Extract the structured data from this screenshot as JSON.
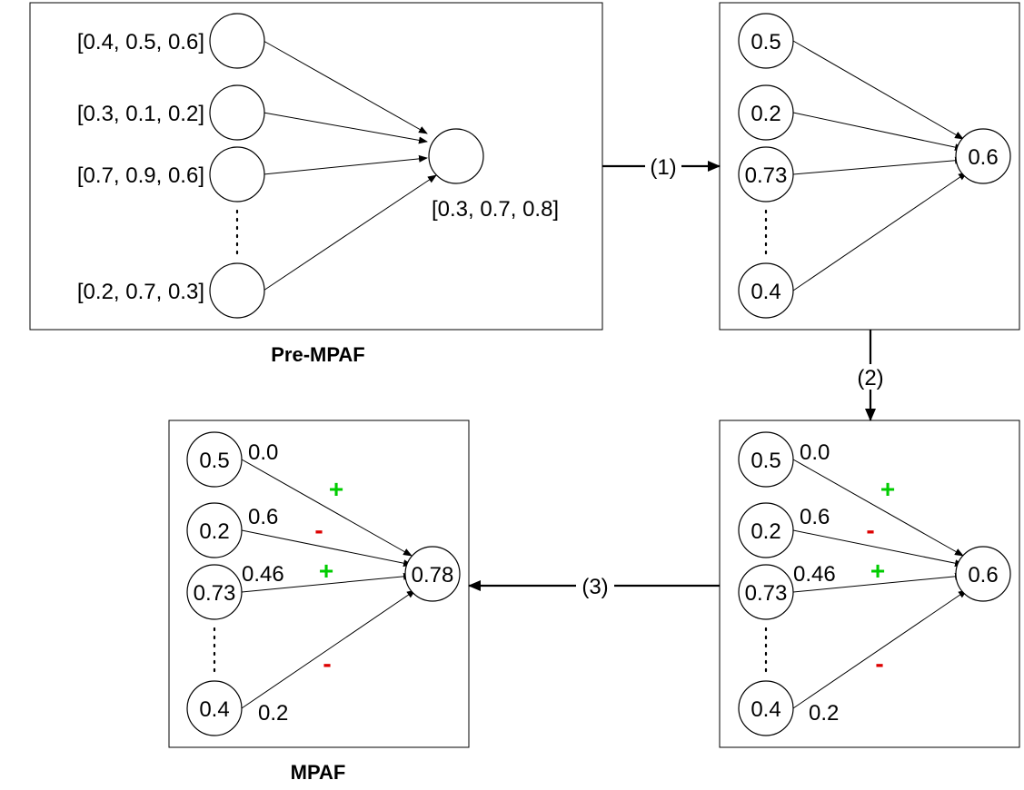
{
  "colors": {
    "blue": "#0000ff",
    "green": "#00cc00",
    "red": "#dd0000",
    "black": "#000000"
  },
  "pre_mpaf": {
    "caption": "Pre-MPAF",
    "inputs": [
      "[0.4, 0.5, 0.6]",
      "[0.3, 0.1, 0.2]",
      "[0.7, 0.9, 0.6]",
      "[0.2, 0.7, 0.3]"
    ],
    "output": "[0.3, 0.7, 0.8]"
  },
  "step1": {
    "inputs": [
      "0.5",
      "0.2",
      "0.73",
      "0.4"
    ],
    "output": "0.6"
  },
  "step2": {
    "inputs": [
      "0.5",
      "0.2",
      "0.73",
      "0.4"
    ],
    "weights": [
      "0.0",
      "0.6",
      "0.46",
      "0.2"
    ],
    "signs": [
      "+",
      "-",
      "+",
      "-"
    ],
    "output": "0.6"
  },
  "mpaf": {
    "caption": "MPAF",
    "inputs": [
      "0.5",
      "0.2",
      "0.73",
      "0.4"
    ],
    "weights": [
      "0.0",
      "0.6",
      "0.46",
      "0.2"
    ],
    "signs": [
      "+",
      "-",
      "+",
      "-"
    ],
    "output": "0.78"
  },
  "arrows": {
    "a1": "(1)",
    "a2": "(2)",
    "a3": "(3)"
  }
}
